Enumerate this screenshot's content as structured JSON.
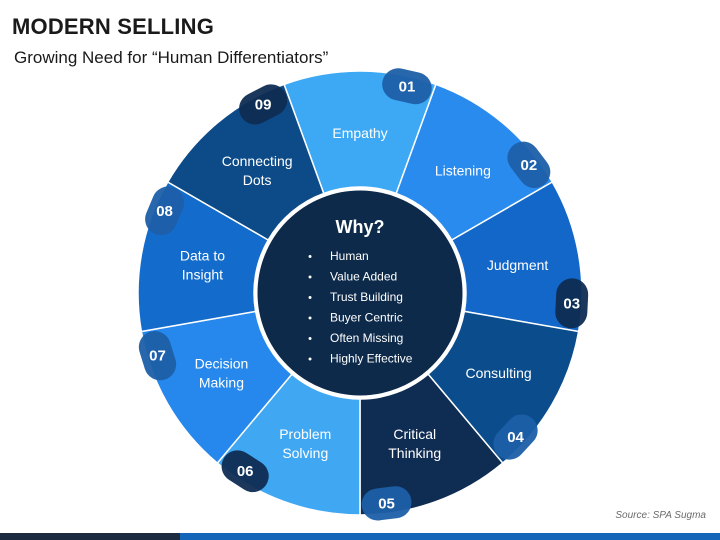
{
  "header": {
    "title": "MODERN SELLING",
    "subtitle": "Growing Need for “Human Differentiators”"
  },
  "center": {
    "heading": "Why?",
    "bullets": [
      "Human",
      "Value Added",
      "Trust Building",
      "Buyer Centric",
      "Often Missing",
      "Highly Effective"
    ]
  },
  "segments": [
    {
      "number": "01",
      "label": [
        "Empathy"
      ],
      "color": "#3da9f5"
    },
    {
      "number": "02",
      "label": [
        "Listening"
      ],
      "color": "#2a8bef"
    },
    {
      "number": "03",
      "label": [
        "Judgment"
      ],
      "color": "#1267c9"
    },
    {
      "number": "04",
      "label": [
        "Consulting"
      ],
      "color": "#0b4d8c"
    },
    {
      "number": "05",
      "label": [
        "Critical",
        "Thinking"
      ],
      "color": "#0f2c52"
    },
    {
      "number": "06",
      "label": [
        "Problem",
        "Solving"
      ],
      "color": "#40a8f3"
    },
    {
      "number": "07",
      "label": [
        "Decision",
        "Making"
      ],
      "color": "#2687ec"
    },
    {
      "number": "08",
      "label": [
        "Data to",
        "Insight"
      ],
      "color": "#136bcb"
    },
    {
      "number": "09",
      "label": [
        "Connecting",
        "Dots"
      ],
      "color": "#0c4b88"
    }
  ],
  "colors": {
    "hub": "#0d2a4a",
    "badge_dark": "#0f2c52",
    "badge_mid": "#1d5fa8"
  },
  "footer": {
    "source": "Source: SPA Sugma"
  }
}
